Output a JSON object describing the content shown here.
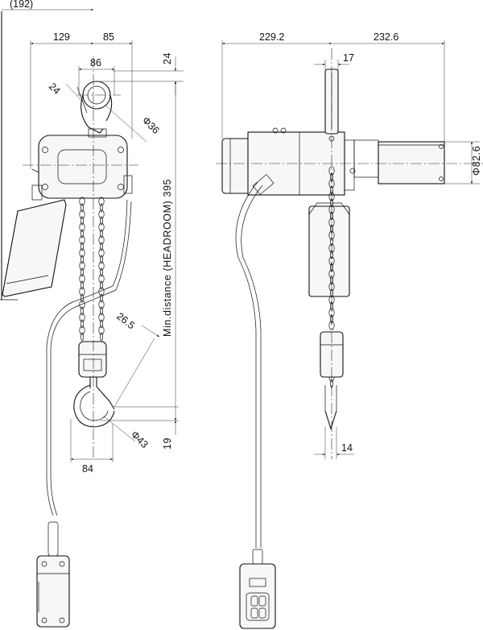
{
  "front_view": {
    "dim_overall_left": "(192)",
    "dim_left_width": "129",
    "dim_right_width": "85",
    "dim_hook_top": "86",
    "dim_top_offset": "24",
    "dim_hook_angle": "24",
    "dim_top_hook_dia": "Φ36",
    "dim_headroom": "Min.distance (HEADROOM) 395",
    "dim_bottom_hook_opening": "26.5",
    "dim_bottom_hook_dia": "Φ43",
    "dim_bottom_hook_offset": "19",
    "dim_bottom_width": "84"
  },
  "side_view": {
    "dim_left": "229.2",
    "dim_right": "232.6",
    "dim_top_chain": "17",
    "dim_motor_dia": "Φ82.6",
    "dim_bottom_chain": "14"
  }
}
